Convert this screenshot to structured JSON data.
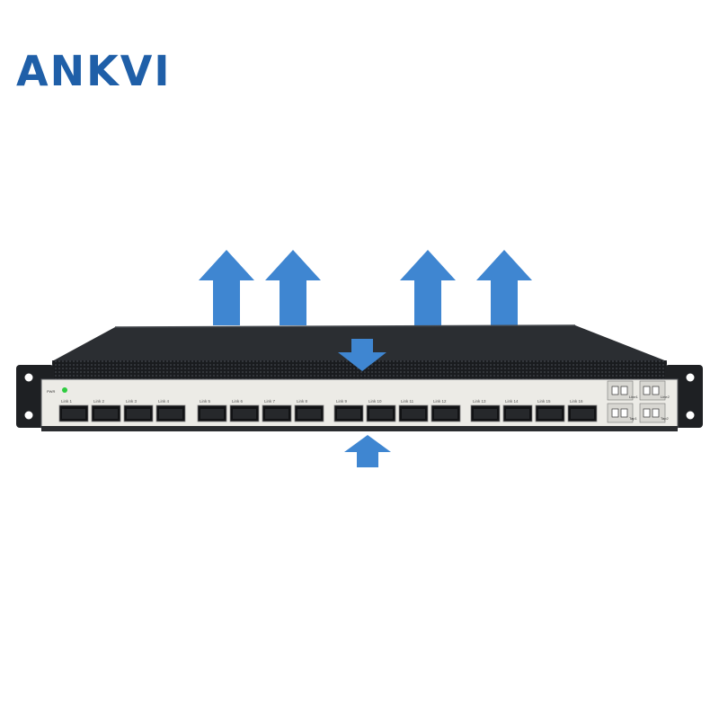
{
  "brand": {
    "logo_text": "ANKVI",
    "color": "#1f5fa8"
  },
  "airflow_arrow_color": "#3f86d1",
  "device": {
    "pwr_label": "PWR",
    "port_labels": [
      "Link 1",
      "Link 2",
      "Link 3",
      "Link 4",
      "Link 5",
      "Link 6",
      "Link 7",
      "Link 8",
      "Link 9",
      "Link 10",
      "Link 11",
      "Link 12",
      "Link 13",
      "Link 14",
      "Link 15",
      "Link 16"
    ],
    "line_labels": [
      "Line1",
      "Line2"
    ],
    "tap_labels": [
      "Tap1",
      "Tap2"
    ]
  },
  "icons": {
    "exhaust": "arrow-up-icon",
    "intake_top": "arrow-down-icon",
    "intake_front": "arrow-up-icon"
  }
}
